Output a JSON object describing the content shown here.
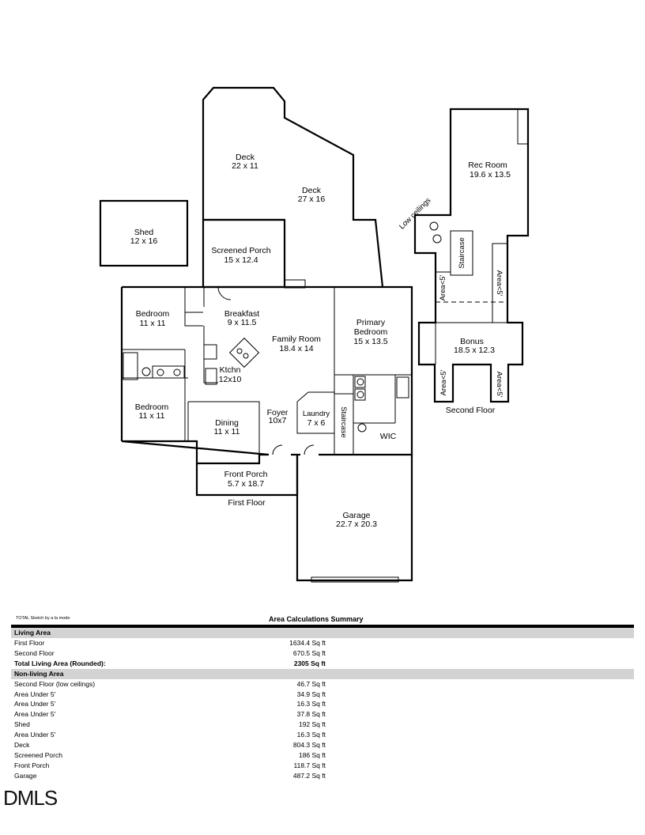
{
  "rooms": {
    "shed": {
      "name": "Shed",
      "dims": "12 x 16"
    },
    "deck_a": {
      "name": "Deck",
      "dims": "22 x 11"
    },
    "deck_b": {
      "name": "Deck",
      "dims": "27 x 16"
    },
    "screened_porch": {
      "name": "Screened Porch",
      "dims": "15 x 12.4"
    },
    "bedroom_1": {
      "name": "Bedroom",
      "dims": "11 x 11"
    },
    "breakfast": {
      "name": "Breakfast",
      "dims": "9 x 11.5"
    },
    "family_room": {
      "name": "Family Room",
      "dims": "18.4 x 14"
    },
    "primary_bedroom": {
      "name_1": "Primary",
      "name_2": "Bedroom",
      "dims": "15 x 13.5"
    },
    "kitchen": {
      "name": "Ktchn",
      "dims": "12x10"
    },
    "bedroom_2": {
      "name": "Bedroom",
      "dims": "11 x 11"
    },
    "dining": {
      "name": "Dining",
      "dims": "11 x 11"
    },
    "foyer": {
      "name": "Foyer",
      "dims": "10x7"
    },
    "laundry": {
      "name": "Laundry",
      "dims": "7 x 6"
    },
    "staircase_1": {
      "name": "Staircase"
    },
    "wic": {
      "name": "WIC"
    },
    "front_porch": {
      "name": "Front Porch",
      "dims": "5.7 x 18.7"
    },
    "garage": {
      "name": "Garage",
      "dims": "22.7 x 20.3"
    },
    "rec_room": {
      "name": "Rec Room",
      "dims": "19.6 x 13.5"
    },
    "low_ceilings": {
      "name": "Low ceilings"
    },
    "staircase_2": {
      "name": "Staircase"
    },
    "bonus": {
      "name": "Bonus",
      "dims": "18.5 x 12.3"
    },
    "area_a": {
      "name": "Area<5'"
    },
    "area_b": {
      "name": "Area<5'"
    },
    "area_c": {
      "name": "Area<5'"
    },
    "area_d": {
      "name": "Area<5'"
    }
  },
  "floor_labels": {
    "first": "First Floor",
    "second": "Second Floor"
  },
  "summary": {
    "credit": "TOTAL Sketch by a la mode",
    "title": "Area Calculations Summary",
    "living_header": "Living Area",
    "living_rows": [
      {
        "label": "First Floor",
        "value": "1634.4 Sq ft"
      },
      {
        "label": "Second Floor",
        "value": "670.5 Sq ft"
      }
    ],
    "living_total": {
      "label": "Total Living Area (Rounded):",
      "value": "2305 Sq ft"
    },
    "non_living_header": "Non-living Area",
    "non_living_rows": [
      {
        "label": "Second Floor (low ceilings)",
        "value": "46.7 Sq ft"
      },
      {
        "label": "Area Under 5'",
        "value": "34.9 Sq ft"
      },
      {
        "label": "Area Under 5'",
        "value": "16.3 Sq ft"
      },
      {
        "label": "Area Under 5'",
        "value": "37.8 Sq ft"
      },
      {
        "label": "Shed",
        "value": "192 Sq ft"
      },
      {
        "label": "Area Under 5'",
        "value": "16.3 Sq ft"
      },
      {
        "label": "Deck",
        "value": "804.3 Sq ft"
      },
      {
        "label": "Screened Porch",
        "value": "186 Sq ft"
      },
      {
        "label": "Front Porch",
        "value": "118.7 Sq ft"
      },
      {
        "label": "Garage",
        "value": "487.2 Sq ft"
      }
    ]
  },
  "logo": "DMLS"
}
